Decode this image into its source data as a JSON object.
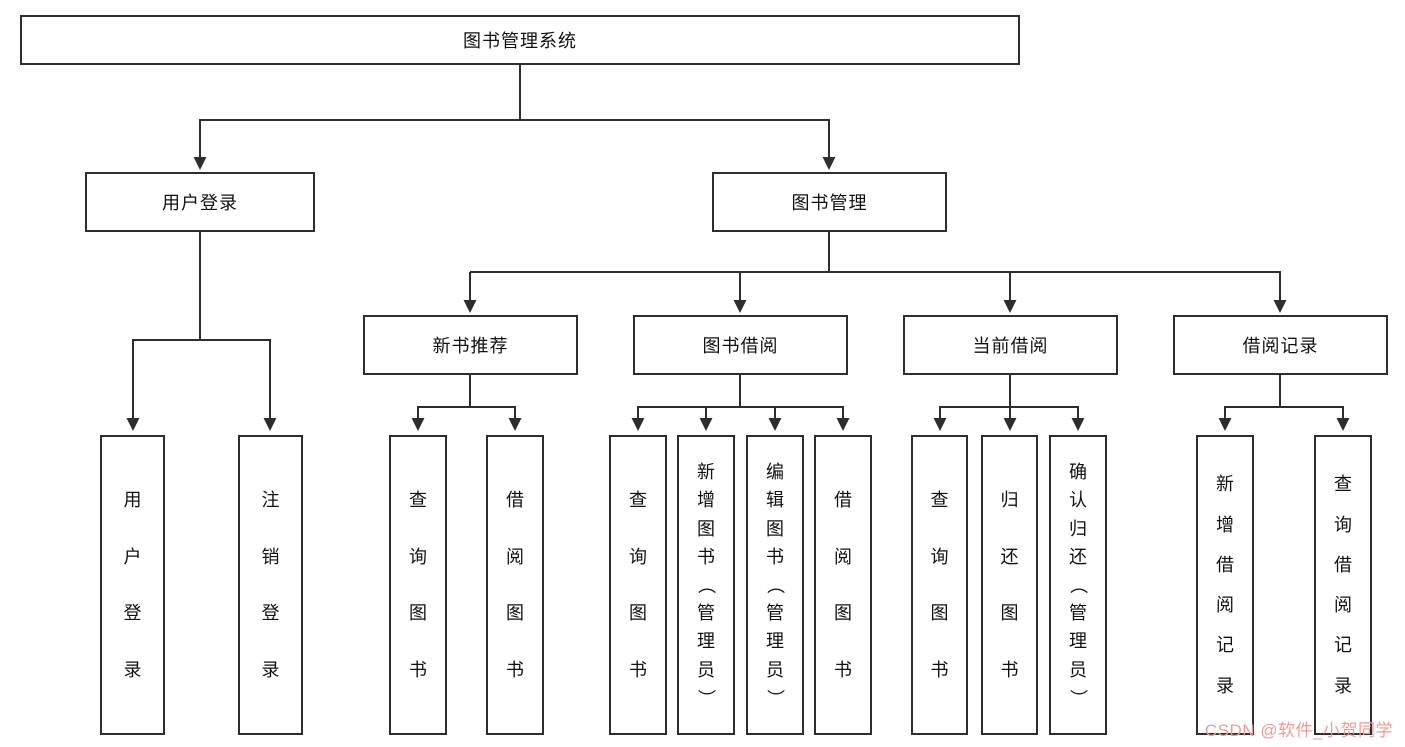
{
  "colors": {
    "line": "#2e2e2e",
    "box_border": "#2e2e2e",
    "background": "#ffffff",
    "watermark": "#ec9a9a"
  },
  "watermark": "CSDN @软件_小贺同学",
  "diagram": {
    "root": "图书管理系统",
    "branches": {
      "user_login": {
        "label": "用户登录",
        "children": {
          "login": "用户登录",
          "logout": "注销登录"
        }
      },
      "book_management": {
        "label": "图书管理",
        "children": {
          "new_book_recommend": {
            "label": "新书推荐",
            "children": {
              "query_books": "查询图书",
              "borrow_books": "借阅图书"
            }
          },
          "book_borrow": {
            "label": "图书借阅",
            "children": {
              "query_books": "查询图书",
              "add_books_admin": "新增图书（管理员）",
              "edit_books_admin": "编辑图书（管理员）",
              "borrow_books": "借阅图书"
            }
          },
          "current_borrow": {
            "label": "当前借阅",
            "children": {
              "query_books": "查询图书",
              "return_books": "归还图书",
              "confirm_return_admin": "确认归还（管理员）"
            }
          },
          "borrow_records": {
            "label": "借阅记录",
            "children": {
              "add_borrow_record": "新增借阅记录",
              "query_borrow_record": "查询借阅记录"
            }
          }
        }
      }
    }
  }
}
